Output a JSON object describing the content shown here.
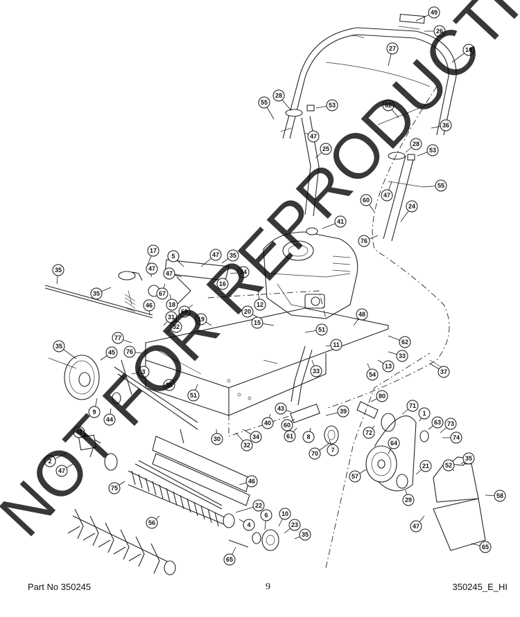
{
  "footer": {
    "part_no": "Part No 350245",
    "page_number": "9",
    "doc_code": "350245_E_HI"
  },
  "watermark": "NOT FOR REPRODUCTION",
  "callouts": [
    "49",
    "26",
    "27",
    "14",
    "28",
    "55",
    "53",
    "62",
    "36",
    "47",
    "25",
    "53",
    "28",
    "47",
    "55",
    "60",
    "24",
    "76",
    "41",
    "17",
    "47",
    "5",
    "47",
    "35",
    "34",
    "47",
    "16",
    "35",
    "67",
    "18",
    "69",
    "35",
    "46",
    "31",
    "32",
    "19",
    "20",
    "15",
    "48",
    "51",
    "11",
    "62",
    "77",
    "33",
    "76",
    "12",
    "35",
    "45",
    "3",
    "13",
    "33",
    "54",
    "37",
    "38",
    "51",
    "80",
    "71",
    "1",
    "9",
    "44",
    "43",
    "39",
    "40",
    "60",
    "61",
    "8",
    "63",
    "73",
    "74",
    "72",
    "42",
    "30",
    "34",
    "32",
    "70",
    "7",
    "64",
    "2",
    "47",
    "35",
    "52",
    "21",
    "57",
    "75",
    "46",
    "29",
    "58",
    "22",
    "4",
    "56",
    "6",
    "10",
    "23",
    "35",
    "47",
    "65",
    "65",
    "46"
  ]
}
